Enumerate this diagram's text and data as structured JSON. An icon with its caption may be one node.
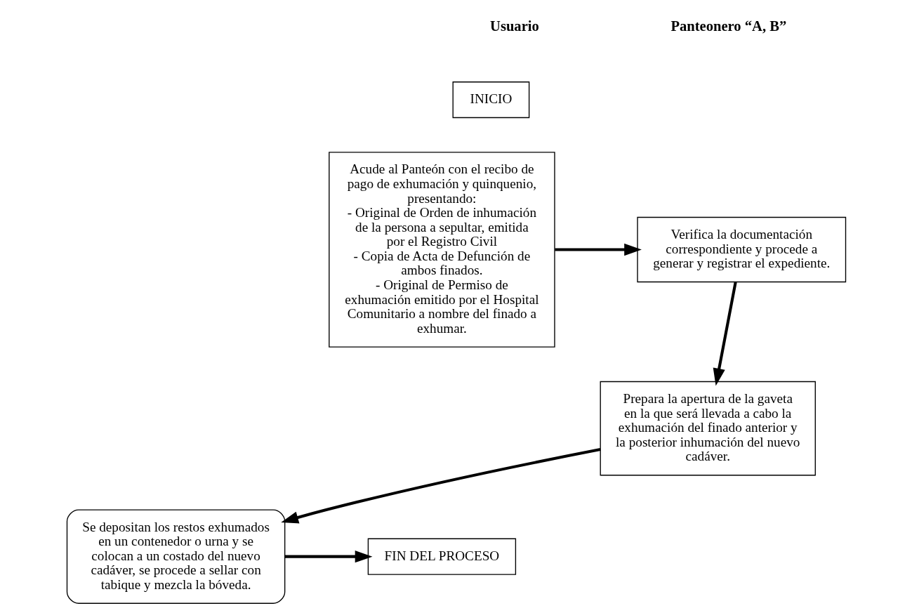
{
  "diagram": {
    "nodes": [
      {
        "text": [
          "INICIO"
        ]
      },
      {
        "text": [
          "Acude al Panteón con el recibo de pago de exhumación y quinquenio, presentando:",
          "- Original de Orden de inhumación de la persona a sepultar, emitida por el Registro Civil",
          "- Copia de Acta de Defunción de ambos finados.",
          "- Original de Permiso de exhumación emitido por el Hospital Comunitario a nombre del finado a exhumar."
        ]
      },
      {
        "text": [
          "FIN DEL PROCESO"
        ]
      },
      {
        "text": [
          "Verifica la documentación correspondiente y procede a generar y registrar el expediente."
        ]
      },
      {
        "text": [
          "Prepara la apertura de la gaveta en la que será llevada a cabo la exhumación del finado anterior y la posterior inhumación del nuevo cadáver."
        ]
      },
      {
        "text": [
          "Se depositan los restos exhumados en un contenedor o urna y se colocan a un costado del nuevo cadáver, se procede a sellar con tabique y mezcla la bóveda."
        ]
      }
    ],
    "edges": [
      {
        "from": 1,
        "to": 3,
        "arrow": "to"
      },
      {
        "from": 3,
        "to": 4,
        "arrow": "to"
      },
      {
        "from": 4,
        "to": 5,
        "arrow": "to"
      },
      {
        "from": 5,
        "to": 2,
        "arrow": "to"
      }
    ],
    "labels": [
      "Usuario",
      "Panteonero “A, B”"
    ]
  }
}
